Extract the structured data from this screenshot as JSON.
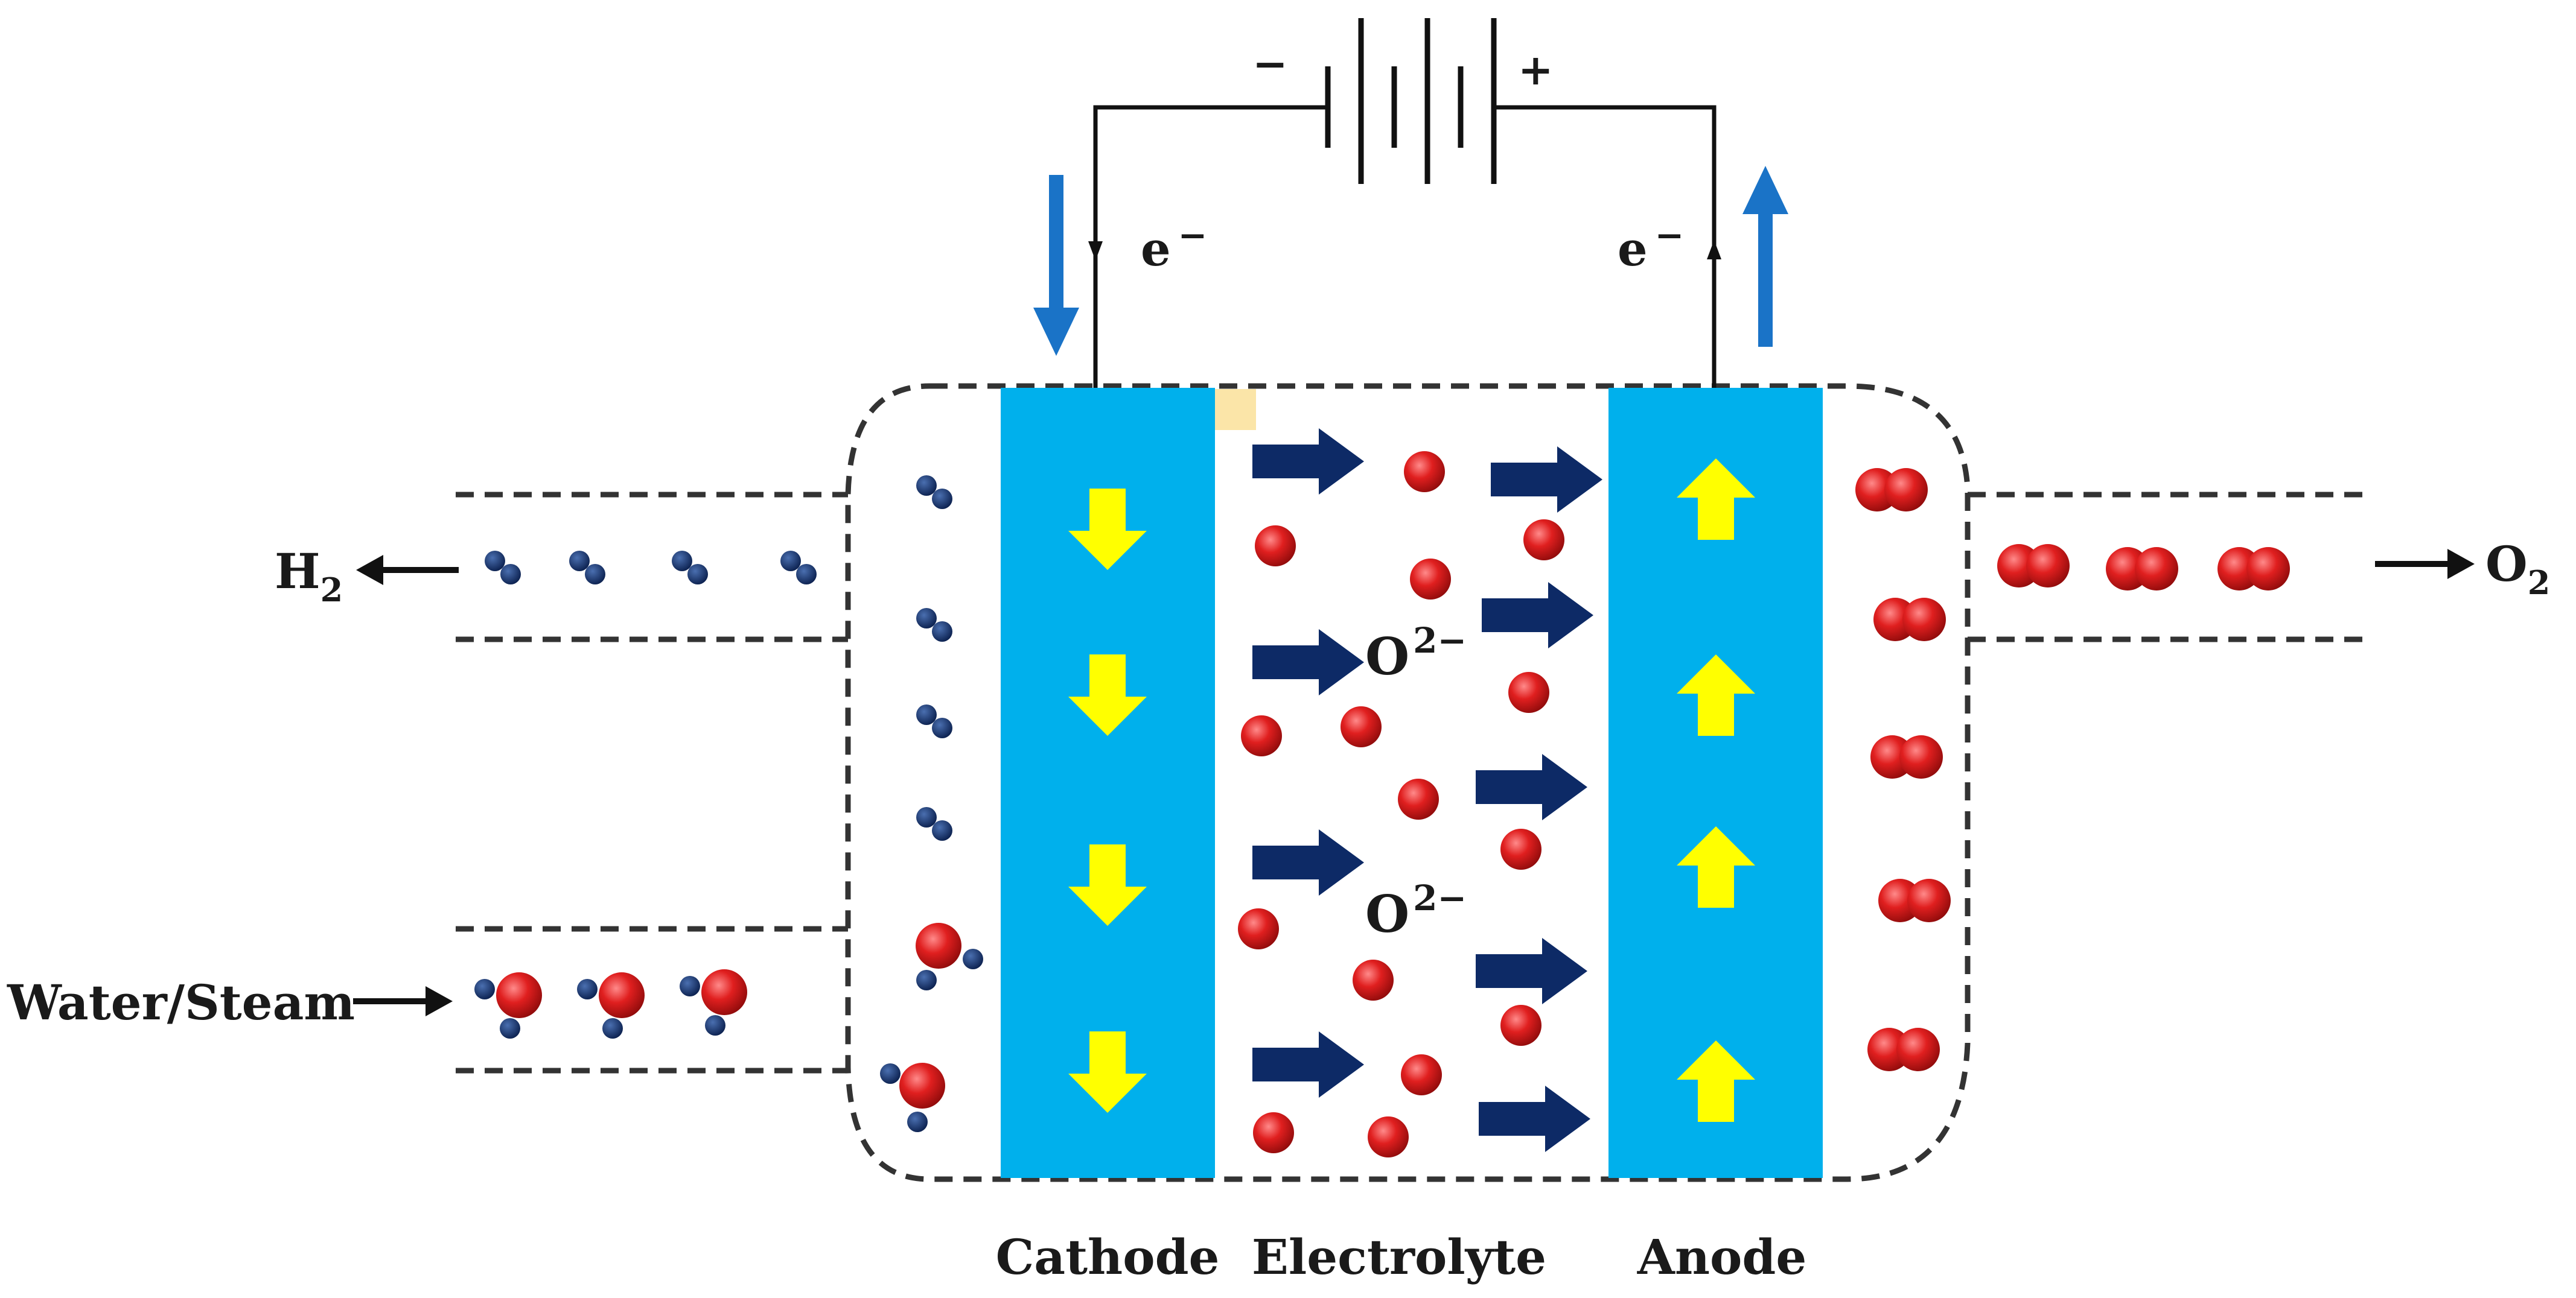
{
  "labels": {
    "h2": "H",
    "h2_sub": "2",
    "o2": "O",
    "o2_sub": "2",
    "water": "Water/Steam",
    "cathode": "Cathode",
    "electrolyte": "Electrolyte",
    "anode": "Anode",
    "electron_left": "e",
    "electron_right": "e",
    "electron_sup": "−",
    "oxide_ion_1": "O",
    "oxide_ion_2": "O",
    "oxide_sup": "2−",
    "battery_minus": "−",
    "battery_plus": "+"
  },
  "colors": {
    "electrode": "#00b0ec",
    "yellow_arrow": "#ffff00",
    "navy_arrow": "#0d2a66",
    "blue_flow_arrow": "#1a73c7",
    "oxygen_atom": "#d41a1a",
    "hydrogen_atom": "#0d2a66",
    "dashed_line": "#333333",
    "wire": "#111111"
  },
  "icons": {
    "battery": "battery-icon",
    "oxygen": "oxygen-atom-icon",
    "hydrogen": "hydrogen-atom-icon",
    "water_molecule": "water-molecule-icon",
    "oxygen_molecule": "oxygen-molecule-icon",
    "hydrogen_molecule": "hydrogen-molecule-icon"
  }
}
